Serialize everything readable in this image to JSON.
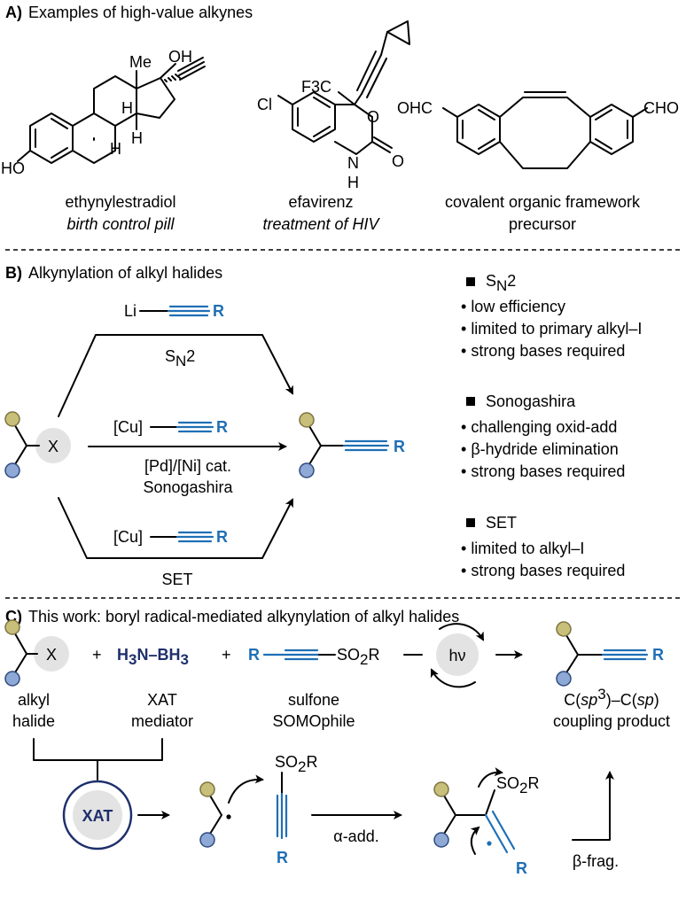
{
  "sectionA": {
    "label": "A)",
    "title": "Examples of high-value alkynes",
    "molecules": [
      {
        "name": "ethynylestradiol",
        "use": "birth control pill",
        "atoms": {
          "me": "Me",
          "oh": "OH",
          "ho": "HO",
          "h1": "H",
          "h2": "H",
          "h3": "H"
        }
      },
      {
        "name": "efavirenz",
        "use": "treatment of HIV",
        "atoms": {
          "cf3": "F3C",
          "cl": "Cl",
          "o1": "O",
          "o2": "O",
          "nh_n": "N",
          "nh_h": "H"
        }
      },
      {
        "name": "covalent organic framework",
        "use": "precursor",
        "atoms": {
          "cho_left": "OHC",
          "cho_right": "CHO"
        }
      }
    ]
  },
  "sectionB": {
    "label": "B)",
    "title": "Alkynylation of alkyl halides",
    "substrate_x": "X",
    "routes": {
      "sn2": {
        "reagent_metal": "Li",
        "reagent_r": "R",
        "label_main": "S",
        "label_sub": "N",
        "label_tail": "2"
      },
      "sonogashira": {
        "reagent_metal": "[Cu]",
        "reagent_r": "R",
        "label_line1": "[Pd]/[Ni] cat.",
        "label_line2": "Sonogashira"
      },
      "set": {
        "reagent_metal": "[Cu]",
        "reagent_r": "R",
        "label": "SET"
      }
    },
    "product_r": "R",
    "notes": [
      {
        "title_main": "S",
        "title_sub": "N",
        "title_tail": "2",
        "items": [
          "low efficiency",
          "limited to primary alkyl–I",
          "strong bases required"
        ]
      },
      {
        "title_main": "Sonogashira",
        "title_sub": "",
        "title_tail": "",
        "items": [
          "challenging oxid-add",
          "β-hydride elimination",
          "strong bases required"
        ]
      },
      {
        "title_main": "SET",
        "title_sub": "",
        "title_tail": "",
        "items": [
          "limited to alkyl–I",
          "strong bases required"
        ]
      }
    ]
  },
  "sectionC": {
    "label": "C)",
    "title": "This work: boryl radical-mediated alkynylation of alkyl halides",
    "substrate_x": "X",
    "plus": "+",
    "mediator_formula": "H3N–BH3",
    "sulfone_r": "R",
    "sulfone_group": "SO2R",
    "light": "hν",
    "product_r": "R",
    "captions": {
      "alkyl_halide": [
        "alkyl",
        "halide"
      ],
      "xat_mediator": [
        "XAT",
        "mediator"
      ],
      "sulfone": [
        "sulfone",
        "SOMOphile"
      ],
      "product": [
        "C(sp3)–C(sp)",
        "coupling product"
      ]
    },
    "xat_badge": "XAT",
    "intermediate_group": "SO2R",
    "intermediate_r": "R",
    "step1": "α-add.",
    "step2": "β-frag."
  },
  "colors": {
    "olive": "#c8bf7a",
    "olive_stroke": "#7d7440",
    "blue_ball": "#8fa9d6",
    "blue_stroke": "#2e4a80",
    "grey_circle": "#e3e3e3",
    "accent_blue": "#1f6fb5",
    "navy": "#1e2f6b"
  }
}
